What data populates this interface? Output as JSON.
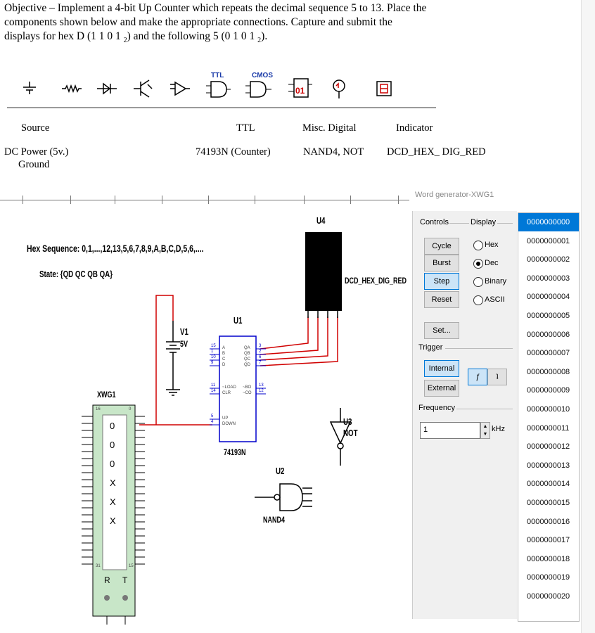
{
  "objective": {
    "line1": "Objective – Implement a 4-bit Up Counter which repeats the decimal sequence 5 to 13. Place the",
    "line2": "components shown below and make the appropriate connections. Capture and submit the",
    "line3a": "displays for hex D  (1 1 0 1 ",
    "line3b": "2",
    "line3c": ")  and the following 5  (0 1 0 1 ",
    "line3d": "2",
    "line3e": ")."
  },
  "toolbar": {
    "icons": [
      "ground-icon",
      "resistor-icon",
      "diode-icon",
      "transistor-icon",
      "buffer-icon",
      "ttl-gate-icon",
      "cmos-gate-icon",
      "misc-digital-icon",
      "indicator-probe-icon",
      "hex-display-icon"
    ],
    "ttl_text": "TTL",
    "cmos_text": "CMOS",
    "misc_text": "01"
  },
  "components": {
    "headers": [
      "Source",
      "TTL",
      "Misc. Digital",
      "Indicator"
    ],
    "source_1": "DC Power (5v.)",
    "source_2": "Ground",
    "ttl": "74193N (Counter)",
    "misc": "NAND4, NOT",
    "indicator": "DCD_HEX_ DIG_RED"
  },
  "schematic": {
    "hex_sequence": "Hex Sequence:  0,1,...,12,13,5,6,7,8,9,A,B,C,D,5,6,....",
    "state": "State: {QD QC QB QA}",
    "u4": "U4",
    "display_label": "DCD_HEX_DIG_RED",
    "u1": "U1",
    "u1_part": "74193N",
    "v1": "V1",
    "v1_val": "5V",
    "xwg": "XWG1",
    "u3": "U3",
    "u3_part": "NOT",
    "u2": "U2",
    "u2_part": "NAND4",
    "u1_pins_left": [
      "A",
      "B",
      "C",
      "D",
      "~LOAD",
      "CLR",
      "UP",
      "DOWN"
    ],
    "u1_pins_right": [
      "QA",
      "QB",
      "QC",
      "QD",
      "~BO",
      "~CO"
    ],
    "u1_pinnum_left": [
      "15",
      "1",
      "10",
      "9",
      "11",
      "14",
      "5",
      "4"
    ],
    "u1_pinnum_right": [
      "3",
      "2",
      "6",
      "7",
      "13",
      "12"
    ],
    "xwg_marks": [
      "0",
      "0",
      "0",
      "X",
      "X",
      "X"
    ],
    "xwg_top_left": "16",
    "xwg_top_right": "0",
    "xwg_bottom_left": "31",
    "xwg_bottom_right": "15",
    "xwg_r": "R",
    "xwg_t": "T"
  },
  "word_generator": {
    "title": "Word generator-XWG1",
    "controls": "Controls",
    "display": "Display",
    "cycle": "Cycle",
    "burst": "Burst",
    "step": "Step",
    "reset": "Reset",
    "set": "Set...",
    "hex": "Hex",
    "dec": "Dec",
    "binary": "Binary",
    "ascii": "ASCII",
    "trigger": "Trigger",
    "internal": "Internal",
    "external": "External",
    "frequency": "Frequency",
    "freq_value": "1",
    "freq_unit": "kHz",
    "selected_display": "Dec",
    "words": [
      "0000000000",
      "0000000001",
      "0000000002",
      "0000000003",
      "0000000004",
      "0000000005",
      "0000000006",
      "0000000007",
      "0000000008",
      "0000000009",
      "0000000010",
      "0000000011",
      "0000000012",
      "0000000013",
      "0000000014",
      "0000000015",
      "0000000016",
      "0000000017",
      "0000000018",
      "0000000019",
      "0000000020"
    ]
  }
}
